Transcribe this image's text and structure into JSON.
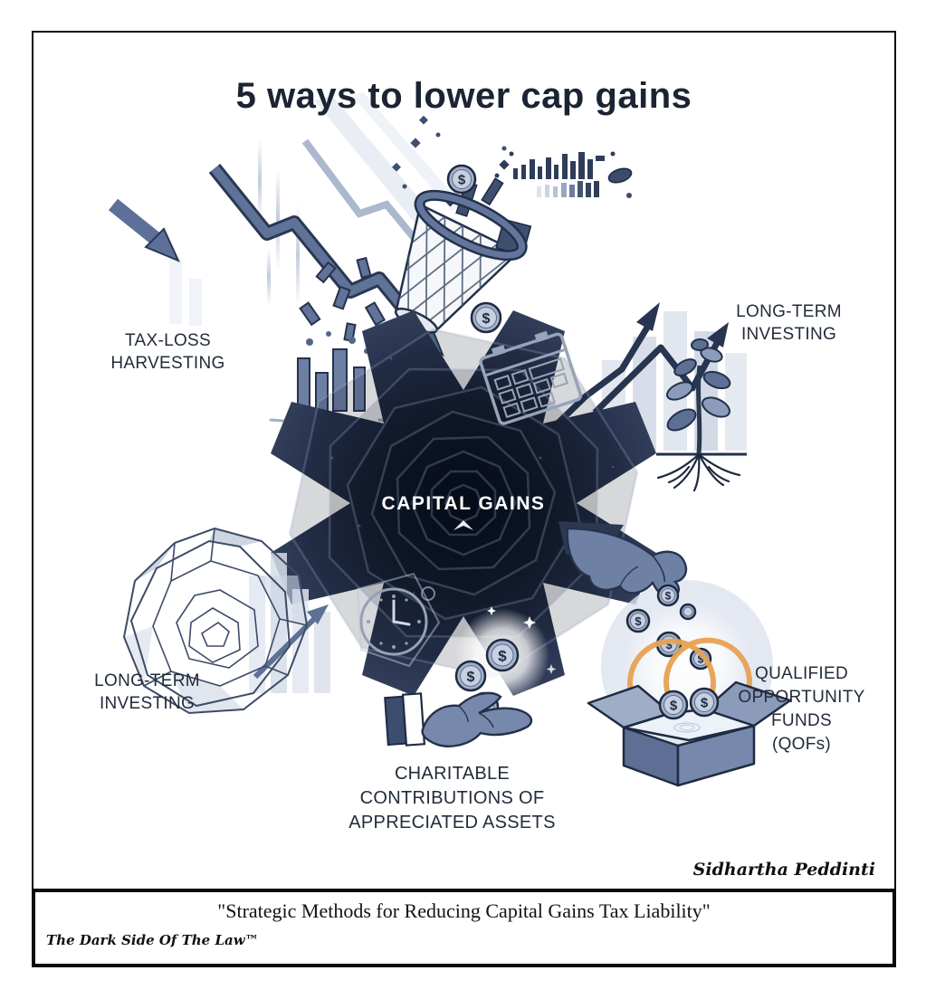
{
  "title": "5 ways to lower cap gains",
  "center_label": "CAPITAL GAINS",
  "coin_symbol": "$",
  "labels": {
    "tax_loss": "TAX-LOSS\nHARVESTING",
    "long_term_top": "LONG-TERM\nINVESTING",
    "long_term_left": "LONG-TERM\nINVESTING",
    "qof": "QUALIFIED\nOPPORTUNITY\nFUNDS\n(QOFs)",
    "charitable": "CHARITABLE\nCONTRIBUTIONS OF\nAPPRECIATED ASSETS"
  },
  "footer": {
    "signature": "Sidhartha Peddinti",
    "quote": "\"Strategic Methods for Reducing Capital Gains Tax Liability\"",
    "trademark": "The Dark Side Of The Law™"
  },
  "icons": {
    "center_shape": "capital-gains-star",
    "top_left": "falling-market-arrows-icon",
    "top_center": "mesh-basket-coins-icon",
    "top_right": "growth-arrows-plant-icon",
    "right": "hand-dropping-coins-into-box-icon",
    "bottom_center": "giving-hand-coins-icon",
    "left": "wireframe-sphere-icon",
    "on_star": [
      "calendar-icon",
      "clock-icon",
      "sparkle-icon",
      "glowing-coin-icon"
    ]
  },
  "colors": {
    "ink": "#1b2433",
    "steel_blue": "#5e7096",
    "light_steel": "#b7c2d8",
    "star_navy": "#141d2e",
    "accent_orange": "#e8a254",
    "background": "#ffffff"
  }
}
